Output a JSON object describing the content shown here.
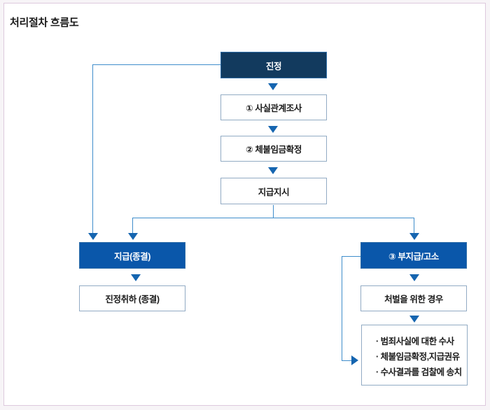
{
  "page": {
    "title": "처리절차 흐름도",
    "panel_border_color": "#ddc9dd",
    "background_color": "#ffffff"
  },
  "theme": {
    "dark_node_fill": "#123a5e",
    "blue_node_fill": "#0a57aa",
    "plain_node_fill": "#ffffff",
    "plain_node_border": "#92abc4",
    "connector_color": "#3f8dcb",
    "arrow_color": "#1565b0",
    "node_text_light": "#ffffff",
    "node_text_dark": "#1a1a1a"
  },
  "chart_data": {
    "type": "diagram",
    "title": "처리절차 흐름도",
    "nodes": [
      {
        "id": "jinjeong",
        "label": "진정",
        "style": "dark"
      },
      {
        "id": "fact_survey",
        "label": "① 사실관계조사",
        "style": "plain"
      },
      {
        "id": "wage_confirm",
        "label": "② 체불임금확정",
        "style": "plain"
      },
      {
        "id": "pay_order",
        "label": "지급지시",
        "style": "plain"
      },
      {
        "id": "paid_end",
        "label": "지급(종결)",
        "style": "blue"
      },
      {
        "id": "withdraw_end",
        "label": "진정취하 (종결)",
        "style": "plain"
      },
      {
        "id": "nonpay_accuse",
        "label": "③ 부지급/고소",
        "style": "blue"
      },
      {
        "id": "punish_case",
        "label": "처벌을 위한 경우",
        "style": "plain"
      },
      {
        "id": "actions",
        "label": "",
        "style": "plain-list",
        "items": [
          "범죄사실에 대한 수사",
          "체불임금확정,지급권유",
          "수사결과를 검찰에 송치"
        ],
        "bullet": "·"
      }
    ],
    "edges": [
      {
        "from": "jinjeong",
        "to": "fact_survey"
      },
      {
        "from": "fact_survey",
        "to": "wage_confirm"
      },
      {
        "from": "wage_confirm",
        "to": "pay_order"
      },
      {
        "from": "pay_order",
        "to": "paid_end"
      },
      {
        "from": "pay_order",
        "to": "nonpay_accuse"
      },
      {
        "from": "jinjeong",
        "to": "paid_end"
      },
      {
        "from": "paid_end",
        "to": "withdraw_end"
      },
      {
        "from": "nonpay_accuse",
        "to": "punish_case"
      },
      {
        "from": "punish_case",
        "to": "actions"
      },
      {
        "from": "nonpay_accuse",
        "to": "actions"
      }
    ]
  }
}
